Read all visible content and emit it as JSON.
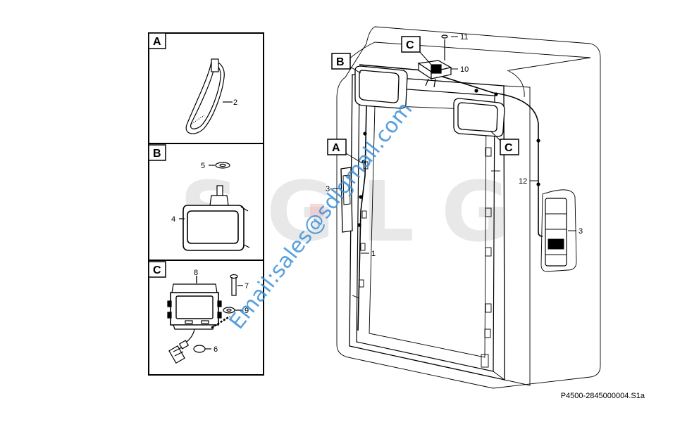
{
  "panels": {
    "a": {
      "letter": "A",
      "callouts": [
        "2"
      ]
    },
    "b": {
      "letter": "B",
      "callouts": [
        "5",
        "4"
      ]
    },
    "c": {
      "letter": "C",
      "callouts": [
        "8",
        "7",
        "9",
        "6"
      ]
    }
  },
  "main_callouts": {
    "letters": [
      "C",
      "B",
      "A",
      "C"
    ],
    "numbers": [
      "11",
      "10",
      "3",
      "12",
      "3",
      "1"
    ]
  },
  "watermark": {
    "logo": "SGLG",
    "email": "Email:sales@sdlgmall.com"
  },
  "reference_code": "P4500-2845000004.S1a"
}
